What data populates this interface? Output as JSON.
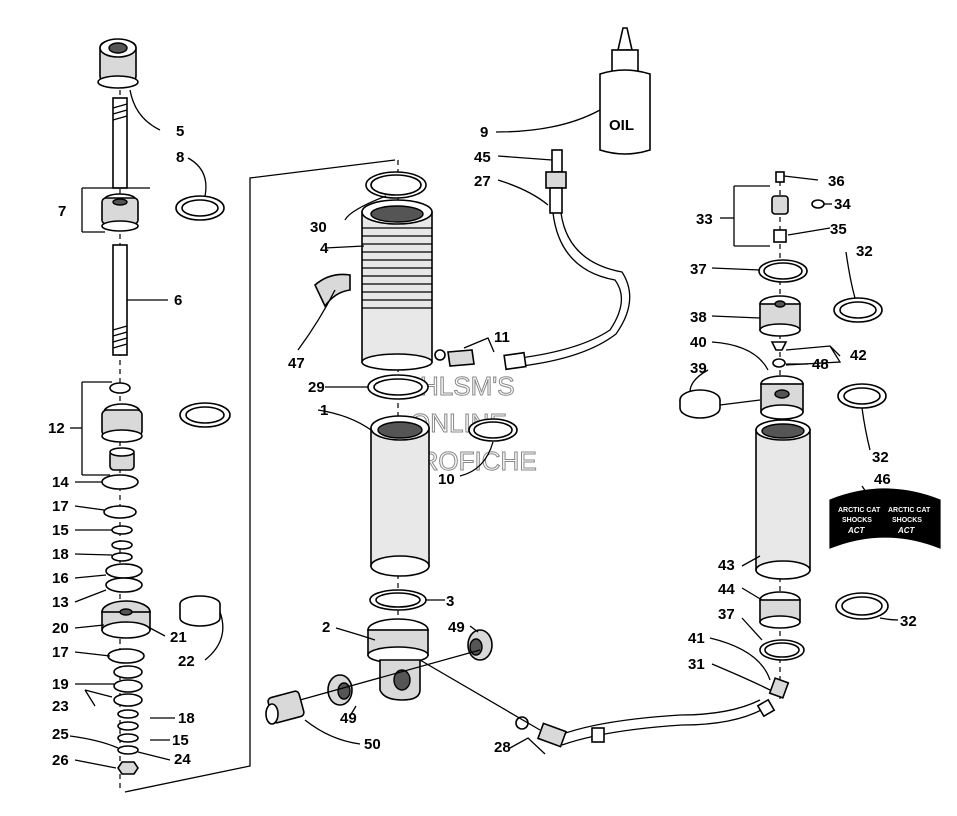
{
  "watermark": [
    "HLSM'S",
    "ONLINE",
    "MICROFICHE"
  ],
  "oil_label": "OIL",
  "decal": {
    "left": [
      "ARCTIC CAT",
      "SHOCKS",
      "ACT"
    ],
    "right": [
      "ARCTIC CAT",
      "SHOCKS",
      "ACT"
    ]
  },
  "callouts": {
    "c1": "1",
    "c2": "2",
    "c3": "3",
    "c4": "4",
    "c5": "5",
    "c6": "6",
    "c7": "7",
    "c8": "8",
    "c9": "9",
    "c10": "10",
    "c11": "11",
    "c12": "12",
    "c13": "13",
    "c14": "14",
    "c15a": "15",
    "c15b": "15",
    "c16": "16",
    "c17a": "17",
    "c17b": "17",
    "c18a": "18",
    "c18b": "18",
    "c19": "19",
    "c20": "20",
    "c21": "21",
    "c22": "22",
    "c23": "23",
    "c24": "24",
    "c25": "25",
    "c26": "26",
    "c27": "27",
    "c28": "28",
    "c29": "29",
    "c30": "30",
    "c31": "31",
    "c32a": "32",
    "c32b": "32",
    "c32c": "32",
    "c33": "33",
    "c34": "34",
    "c35": "35",
    "c36": "36",
    "c37a": "37",
    "c37b": "37",
    "c38": "38",
    "c39": "39",
    "c40": "40",
    "c41": "41",
    "c42": "42",
    "c43": "43",
    "c44": "44",
    "c45": "45",
    "c46": "46",
    "c47": "47",
    "c48": "48",
    "c49a": "49",
    "c49b": "49",
    "c50": "50"
  }
}
